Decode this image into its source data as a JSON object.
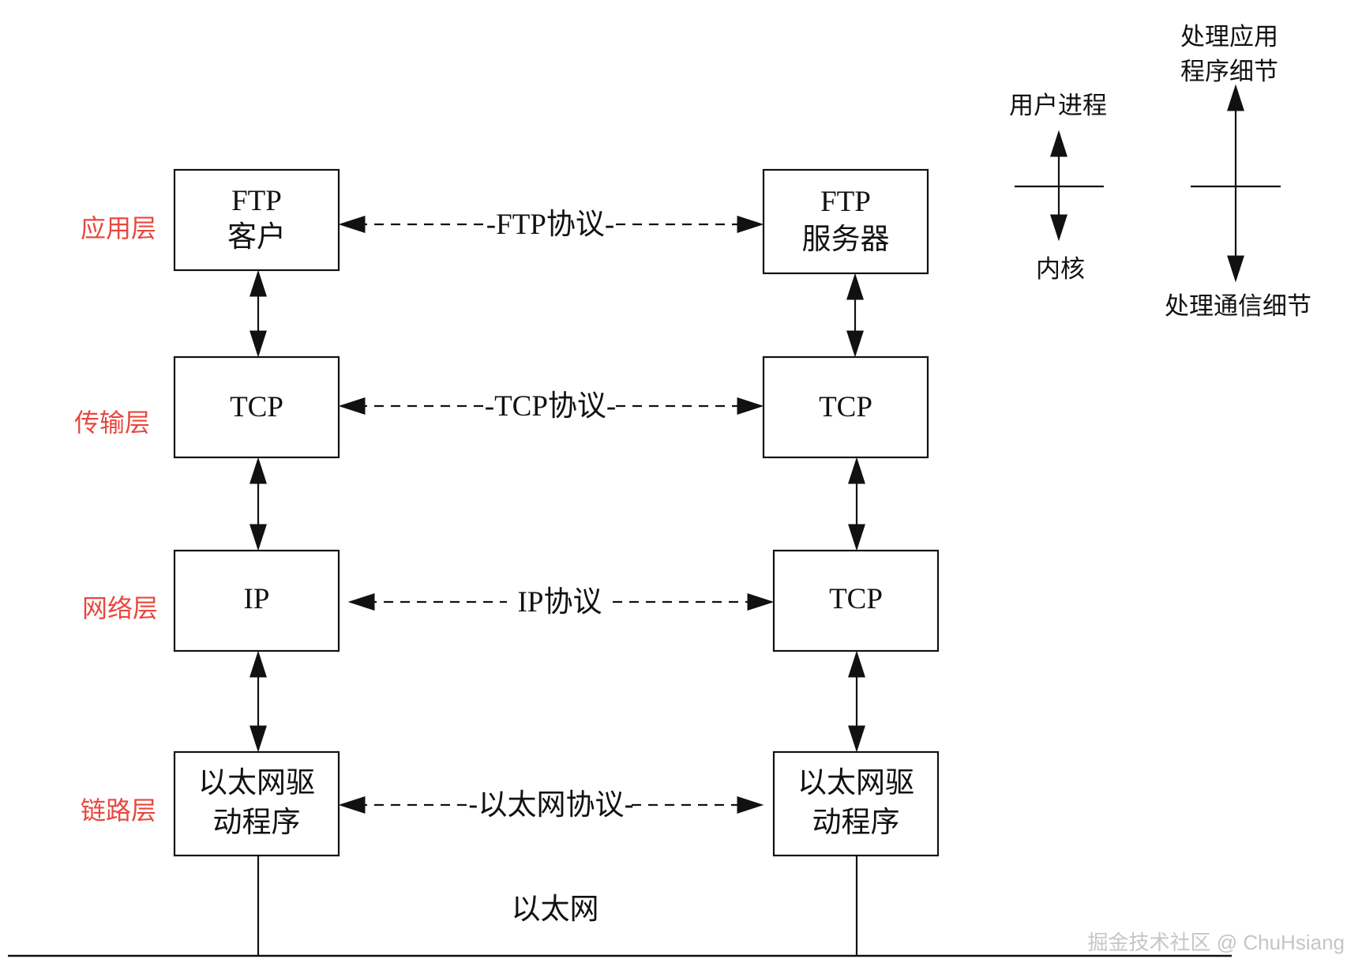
{
  "layers": [
    "应用层",
    "传输层",
    "网络层",
    "链路层"
  ],
  "client": {
    "ftp": [
      "FTP",
      "客户"
    ],
    "tcp": "TCP",
    "ip": "IP",
    "driver": [
      "以太网驱",
      "动程序"
    ]
  },
  "server": {
    "ftp": [
      "FTP",
      "服务器"
    ],
    "tcp": "TCP",
    "ip": "TCP",
    "driver": [
      "以太网驱",
      "动程序"
    ]
  },
  "protocols": {
    "ftp": "-FTP协议-",
    "tcp": "-TCP协议-",
    "ip": "IP协议",
    "ethernet": "-以太网协议-"
  },
  "network_label": "以太网",
  "legend": {
    "user_process": "用户进程",
    "kernel": "内核",
    "app_details": [
      "处理应用",
      "程序细节"
    ],
    "comm_details": "处理通信细节"
  },
  "watermark": "掘金技术社区 @ ChuHsiang",
  "colors": {
    "layer_label": "#e8483f",
    "line": "#111111",
    "watermark": "#c6c6c6"
  }
}
